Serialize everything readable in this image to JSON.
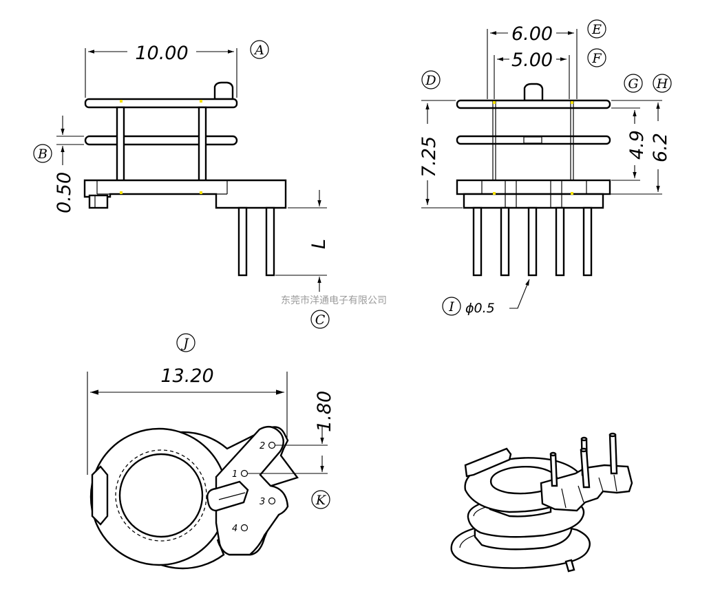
{
  "dimensions": {
    "width_top": "10.00",
    "flange_gap": "0.50",
    "pin_length_label": "L",
    "pitch_outer": "6.00",
    "pitch_inner": "5.00",
    "overall_height": "7.25",
    "inner_height": "4.9",
    "outer_height": "6.2",
    "pin_diameter": "ϕ0.5",
    "base_width": "13.20",
    "pin_offset": "1.80"
  },
  "callouts": [
    "A",
    "B",
    "C",
    "D",
    "E",
    "F",
    "G",
    "H",
    "I",
    "J",
    "K"
  ],
  "pin_numbers": [
    "1",
    "2",
    "3",
    "4"
  ],
  "watermark": "东莞市洋通电子有限公司",
  "colors": {
    "line": "#000000",
    "highlight": "#f4e000",
    "watermark": "#9a9a9a"
  }
}
